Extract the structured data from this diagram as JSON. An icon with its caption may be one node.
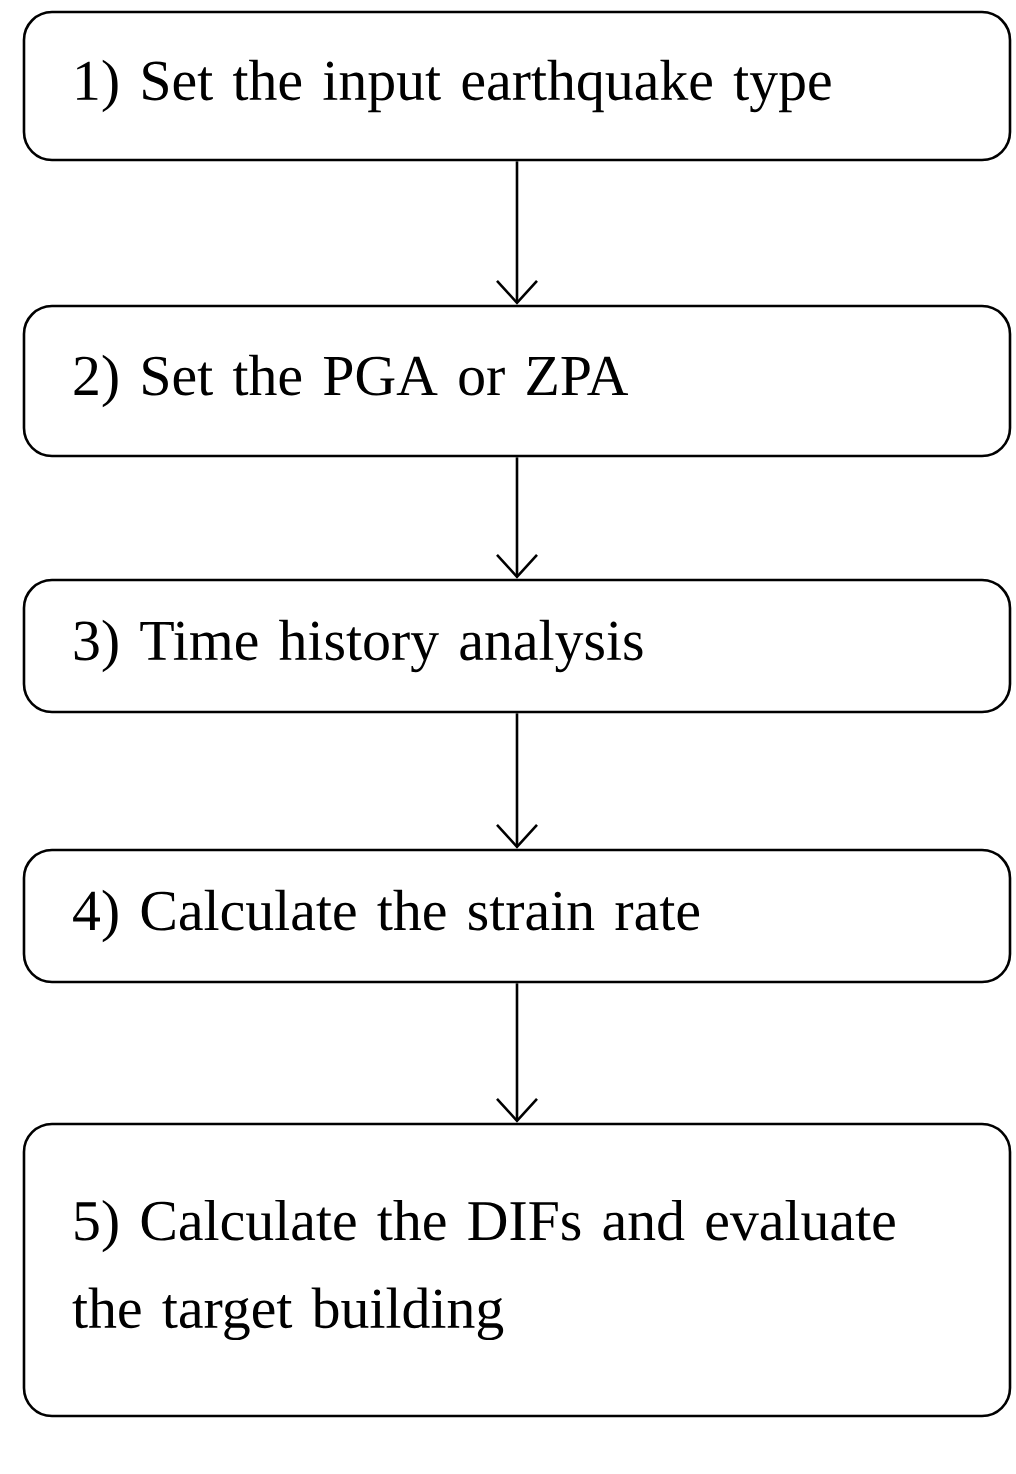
{
  "diagram": {
    "nodes": [
      {
        "text": [
          "1) Set the input earthquake type"
        ]
      },
      {
        "text": [
          "2) Set the PGA or ZPA"
        ]
      },
      {
        "text": [
          "3) Time history analysis"
        ]
      },
      {
        "text": [
          "4) Calculate the strain rate"
        ]
      },
      {
        "text": [
          "5) Calculate the DIFs and evaluate the target building"
        ]
      }
    ],
    "edges": [
      {
        "from": 0,
        "to": 1,
        "arrow": "to"
      },
      {
        "from": 1,
        "to": 2,
        "arrow": "to"
      },
      {
        "from": 2,
        "to": 3,
        "arrow": "to"
      },
      {
        "from": 3,
        "to": 4,
        "arrow": "to"
      }
    ]
  }
}
